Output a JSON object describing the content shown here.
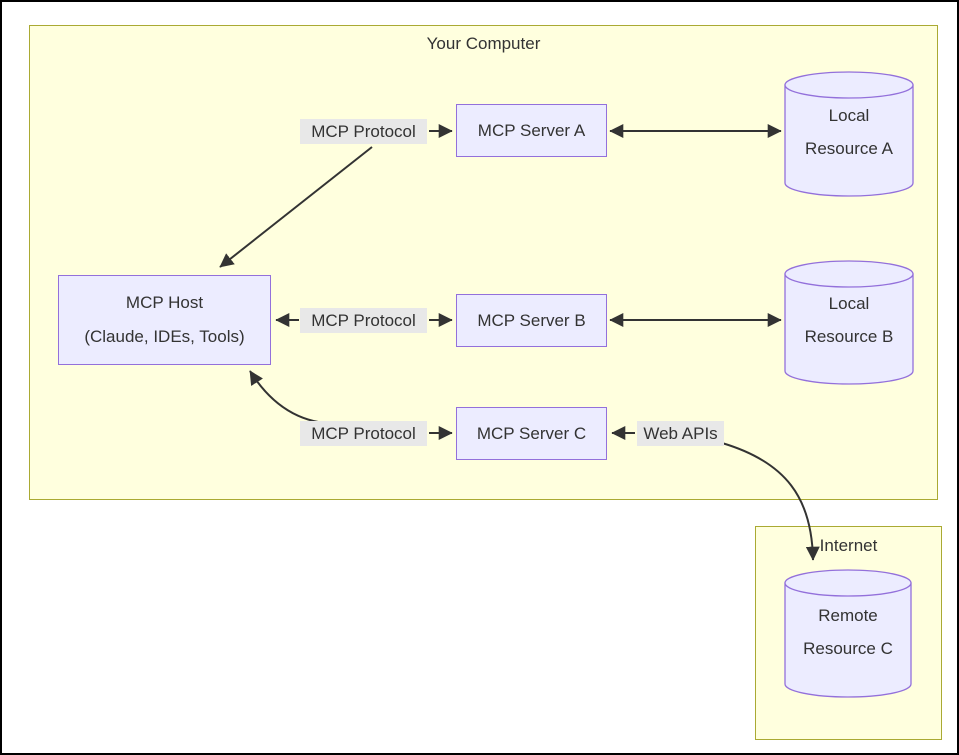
{
  "clusters": {
    "your_computer": {
      "title": "Your Computer"
    },
    "internet": {
      "title": "Internet"
    }
  },
  "nodes": {
    "mcp_host": {
      "line1": "MCP Host",
      "line2": "(Claude, IDEs, Tools)"
    },
    "mcp_server_a": {
      "label": "MCP Server A"
    },
    "mcp_server_b": {
      "label": "MCP Server B"
    },
    "mcp_server_c": {
      "label": "MCP Server C"
    },
    "local_resource_a": {
      "line1": "Local",
      "line2": "Resource A"
    },
    "local_resource_b": {
      "line1": "Local",
      "line2": "Resource B"
    },
    "remote_resource_c": {
      "line1": "Remote",
      "line2": "Resource C"
    }
  },
  "edge_labels": {
    "protocol_a": "MCP Protocol",
    "protocol_b": "MCP Protocol",
    "protocol_c": "MCP Protocol",
    "web_apis": "Web APIs"
  },
  "colors": {
    "node_fill": "#ECECFF",
    "node_border": "#9370DB",
    "cluster_fill": "#FFFFDE",
    "cluster_border": "#AAAA33",
    "edge_label_bg": "#E8E8E8",
    "arrow": "#333333",
    "text": "#333333",
    "outer_border": "#000000"
  }
}
